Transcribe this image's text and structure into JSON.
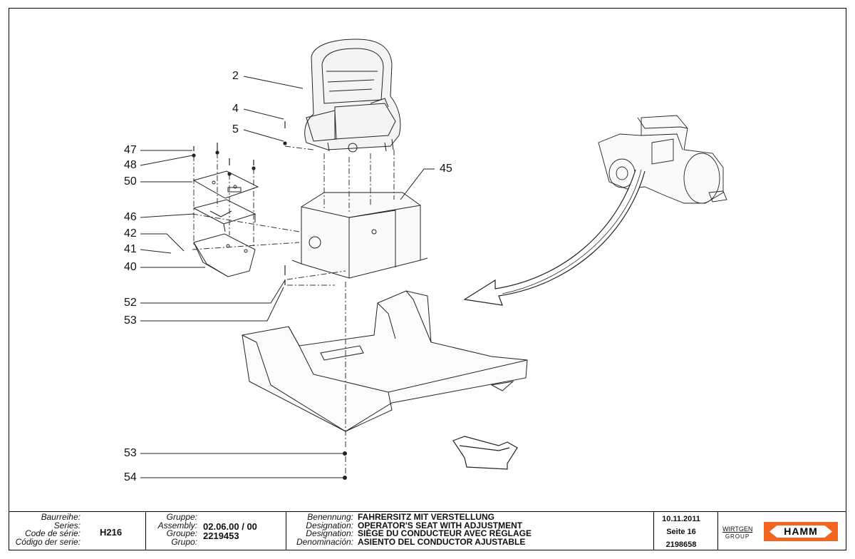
{
  "callouts": [
    {
      "id": "2",
      "label": "2"
    },
    {
      "id": "4",
      "label": "4"
    },
    {
      "id": "5",
      "label": "5"
    },
    {
      "id": "47",
      "label": "47"
    },
    {
      "id": "48",
      "label": "48"
    },
    {
      "id": "50",
      "label": "50"
    },
    {
      "id": "46",
      "label": "46"
    },
    {
      "id": "42",
      "label": "42"
    },
    {
      "id": "41",
      "label": "41"
    },
    {
      "id": "40",
      "label": "40"
    },
    {
      "id": "45",
      "label": "45"
    },
    {
      "id": "52",
      "label": "52"
    },
    {
      "id": "53a",
      "label": "53"
    },
    {
      "id": "53b",
      "label": "53"
    },
    {
      "id": "54",
      "label": "54"
    }
  ],
  "title_block": {
    "series_labels": [
      "Baurreihe:",
      "Series:",
      "Code de série:",
      "Código der serie:"
    ],
    "series_value": "H216",
    "group_labels": [
      "Gruppe:",
      "Assembly:",
      "Groupe:",
      "Grupo:"
    ],
    "group_value": "02.06.00 / 00",
    "group_number": "2219453",
    "designation_labels": [
      "Benennung:",
      "Designation:",
      "Designation:",
      "Denominación:"
    ],
    "designation_values": [
      "FAHRERSITZ MIT VERSTELLUNG",
      "OPERATOR'S SEAT WITH ADJUSTMENT",
      "SIÈGE DU CONDUCTEUR AVEC RÉGLAGE",
      "ASIENTO DEL CONDUCTOR AJUSTABLE"
    ],
    "date": "10.11.2011",
    "page": "Seite 16",
    "doc_number": "2198658"
  },
  "logos": {
    "wirtgen_top": "WIRTGEN",
    "wirtgen_bottom": "GROUP",
    "hamm": "HAMM",
    "hamm_color": "#f26522"
  }
}
